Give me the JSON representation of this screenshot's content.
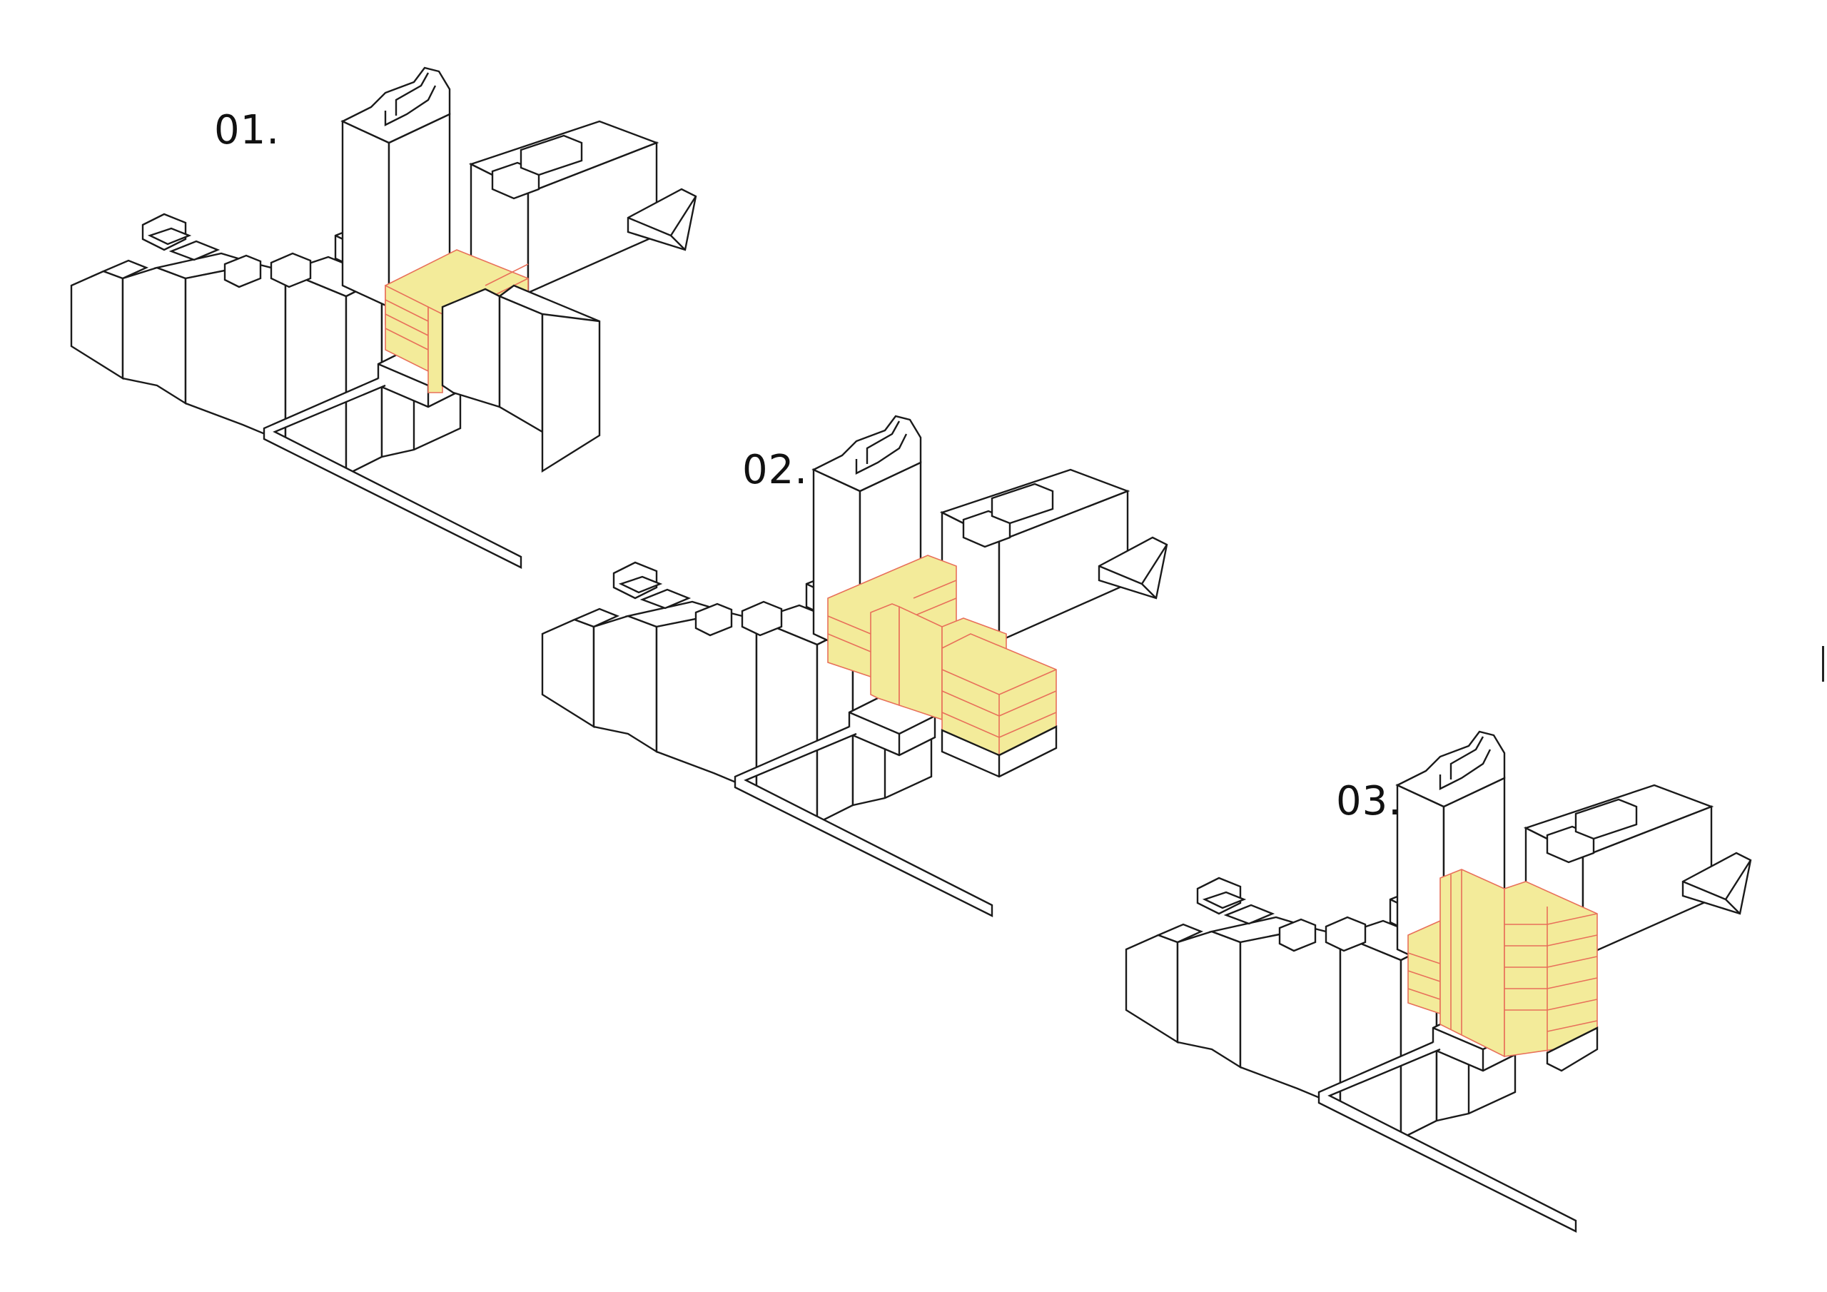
{
  "steps": [
    {
      "label": "01.",
      "mass": 1
    },
    {
      "label": "02.",
      "mass": 2
    },
    {
      "label": "03.",
      "mass": 3
    }
  ],
  "colors": {
    "background": "#ffffff",
    "outline": "#1a1a1a",
    "massing_fill": "#f3eb9a",
    "floor_line": "#e8705a"
  }
}
